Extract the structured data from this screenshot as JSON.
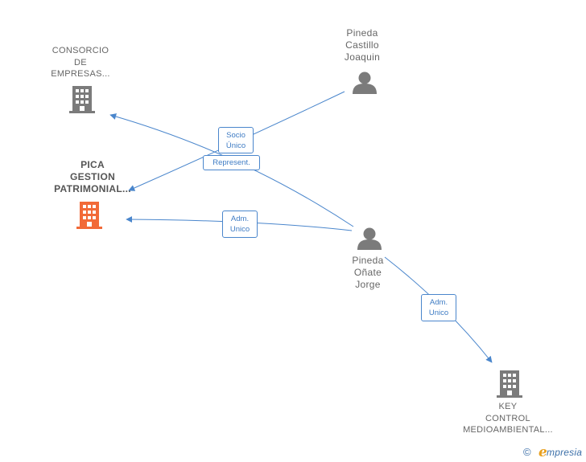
{
  "nodes": {
    "consorcio": {
      "lines": [
        "CONSORCIO",
        "DE",
        "EMPRESAS..."
      ],
      "kind": "company"
    },
    "pica": {
      "lines": [
        "PICA",
        "GESTION",
        "PATRIMONIAL..."
      ],
      "kind": "company-focus"
    },
    "castillo": {
      "lines": [
        "Pineda",
        "Castillo",
        "Joaquin"
      ],
      "kind": "person"
    },
    "onate": {
      "lines": [
        "Pineda",
        "Oñate",
        "Jorge"
      ],
      "kind": "person"
    },
    "key": {
      "lines": [
        "KEY",
        "CONTROL",
        "MEDIOAMBIENTAL..."
      ],
      "kind": "company"
    }
  },
  "edges": {
    "socio_unico": {
      "lines": [
        "Socio",
        "Único"
      ]
    },
    "represent": {
      "lines": [
        "Represent."
      ]
    },
    "adm_pica": {
      "lines": [
        "Adm.",
        "Unico"
      ]
    },
    "adm_key": {
      "lines": [
        "Adm.",
        "Unico"
      ]
    }
  },
  "colors": {
    "edge": "#4a86cc",
    "company_icon": "#7b7b7b",
    "focus_icon": "#f26a38",
    "person_icon": "#7b7b7b"
  },
  "icons": {
    "company": "building-icon",
    "person": "person-icon"
  },
  "brand": {
    "copyright": "©",
    "e": "e",
    "rest": "mpresia"
  }
}
